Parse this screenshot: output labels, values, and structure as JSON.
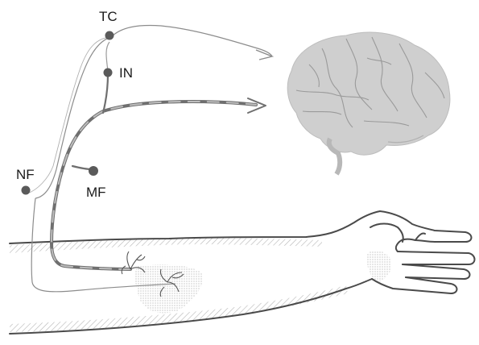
{
  "labels": {
    "tc": "TC",
    "in": "IN",
    "nf": "NF",
    "mf": "MF"
  },
  "colors": {
    "nerve_thin": "#8c8c8c",
    "nerve_thick": "#6f6f6f",
    "nerve_dash": "#bdbdbd",
    "node": "#5a5a5a",
    "brain_fill": "#cfcfcf",
    "brain_lines": "#9a9a9a",
    "arm_outline": "#4a4a4a",
    "hatch": "#b5b5b5",
    "stipple": "#9d9d9d"
  }
}
